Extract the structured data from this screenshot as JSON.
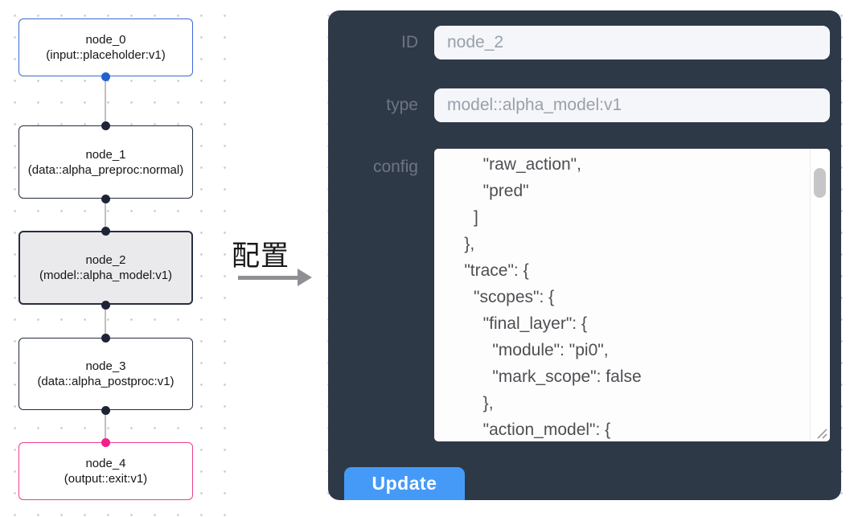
{
  "flow": {
    "nodes": [
      {
        "name": "node_0",
        "type": "(input::placeholder:v1)",
        "variant": "input"
      },
      {
        "name": "node_1",
        "type": "(data::alpha_preproc:normal)",
        "variant": "default"
      },
      {
        "name": "node_2",
        "type": "(model::alpha_model:v1)",
        "variant": "selected"
      },
      {
        "name": "node_3",
        "type": "(data::alpha_postproc:v1)",
        "variant": "default"
      },
      {
        "name": "node_4",
        "type": "(output::exit:v1)",
        "variant": "output"
      }
    ]
  },
  "transfer": {
    "label": "配置"
  },
  "config_panel": {
    "id_field": {
      "label": "ID",
      "value": "node_2"
    },
    "type_field": {
      "label": "type",
      "value": "model::alpha_model:v1"
    },
    "config_field": {
      "label": "config",
      "visible_text": "        \"raw_action\",\n        \"pred\"\n      ]\n    },\n    \"trace\": {\n      \"scopes\": {\n        \"final_layer\": {\n          \"module\": \"pi0\",\n          \"mark_scope\": false\n        },\n        \"action_model\": {"
    },
    "update_button": {
      "label": "Update"
    }
  },
  "colors": {
    "panel_bg": "#2e3948",
    "button_blue": "#459af8",
    "input_node_border": "#3b68d8",
    "output_node_border": "#ee3e8e",
    "default_node_border": "#232b3d",
    "selected_node_bg": "#eaeaec",
    "port_blue": "#1f62d0",
    "port_pink": "#f21f8f",
    "port_dark": "#1d2436",
    "edge_gray": "#bfbfbf",
    "field_text_gray": "#99a0ab",
    "label_gray": "#6e7582"
  }
}
